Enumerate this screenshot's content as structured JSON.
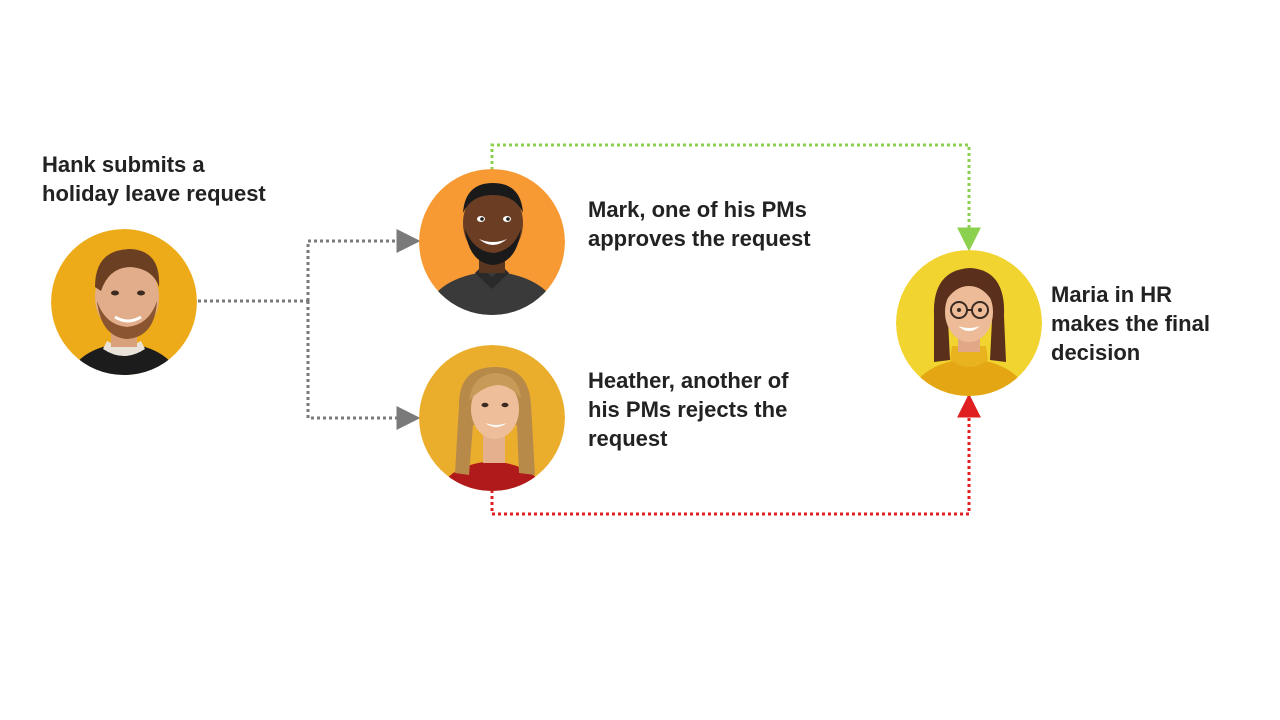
{
  "nodes": {
    "hank": {
      "caption_lines": [
        "Hank submits a",
        "holiday leave request"
      ],
      "bg_color": "#EDAB1A",
      "portrait": "bearded-man-smiling"
    },
    "mark": {
      "caption_lines": [
        "Mark, one of his PMs",
        "approves the request"
      ],
      "bg_color": "#F89A34",
      "portrait": "bearded-man-dark-polo"
    },
    "heather": {
      "caption_lines": [
        "Heather, another of",
        "his PMs rejects the",
        "request"
      ],
      "bg_color": "#EBAE2C",
      "portrait": "long-haired-woman-smiling"
    },
    "maria": {
      "caption_lines": [
        "Maria in HR",
        "makes the final",
        "decision"
      ],
      "bg_color": "#F2D430",
      "portrait": "woman-with-glasses-yellow-sweater"
    }
  },
  "connectors": {
    "submit_color": "#7A7A7A",
    "approve_color": "#8BD04E",
    "reject_color": "#E02020"
  }
}
